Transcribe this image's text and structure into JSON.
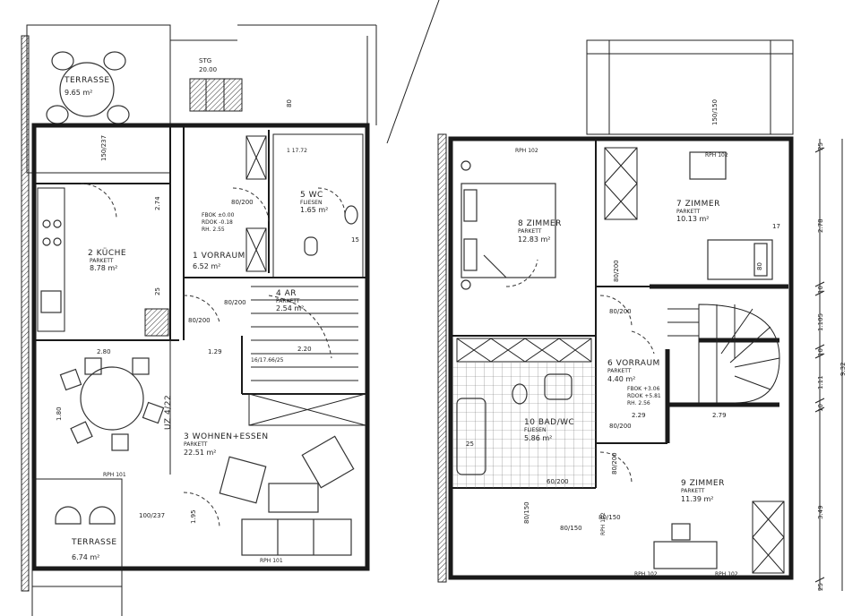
{
  "rooms": [
    {
      "id": "terrasse-top",
      "name": "TERRASSE",
      "area": "9.65 m²",
      "floor": ""
    },
    {
      "id": "kueche",
      "name": "2 KÜCHE",
      "area": "8.78 m²",
      "floor": "PARKETT"
    },
    {
      "id": "vorraum1",
      "name": "1 VORRAUM",
      "area": "6.52 m²",
      "floor": ""
    },
    {
      "id": "wc",
      "name": "5 WC",
      "area": "1.65 m²",
      "floor": "FLIESEN"
    },
    {
      "id": "ar",
      "name": "4 AR",
      "area": "2.54 m²",
      "floor": "PARKETT"
    },
    {
      "id": "wohnen",
      "name": "3 WOHNEN+ESSEN",
      "area": "22.51 m²",
      "floor": "PARKETT"
    },
    {
      "id": "terrasse-bottom",
      "name": "TERRASSE",
      "area": "6.74 m²",
      "floor": ""
    },
    {
      "id": "zimmer8",
      "name": "8 ZIMMER",
      "area": "12.83 m²",
      "floor": "PARKETT"
    },
    {
      "id": "zimmer7",
      "name": "7 ZIMMER",
      "area": "10.13 m²",
      "floor": "PARKETT"
    },
    {
      "id": "vorraum6",
      "name": "6 VORRAUM",
      "area": "4.40 m²",
      "floor": "PARKETT"
    },
    {
      "id": "bad",
      "name": "10 BAD/WC",
      "area": "5.86 m²",
      "floor": "FLIESEN"
    },
    {
      "id": "zimmer9",
      "name": "9 ZIMMER",
      "area": "11.39 m²",
      "floor": "PARKETT"
    }
  ],
  "labels": {
    "stg": "STG",
    "stg_num": "20.00",
    "fbok_left": "FBOK ±0.00",
    "rdok_left": "RDOK -0.18",
    "rh_left": "RH. 2.55",
    "fbok_right": "FBOK +3.06",
    "rdok_right": "RDOK +5.81",
    "rh_right": "RH. 2.56",
    "uz": "UZ 4/22",
    "rph": "RPH 102",
    "rph_top": "RPH 102",
    "rph_bath": "RPH 102",
    "rph_bottom1": "RPH 102",
    "rph_bottom2": "RPH 102",
    "rph_living": "RPH 101",
    "rph_dining": "RPH 101",
    "steps_left": "16/17.66/25",
    "steps_top": "1 17.72"
  },
  "dims": {
    "d150_237": "150/237",
    "d274": "2.74",
    "d25": "25",
    "d129": "1.29",
    "d280": "2.80",
    "d220": "2.20",
    "d180": "1.80",
    "d195": "1.95",
    "d100_237": "100/237",
    "d80_200a": "80/200",
    "d80_200b": "80/200",
    "d80_200c": "80/200",
    "d80_200d": "80/200",
    "d80_200e": "80/200",
    "d80_200f": "80/200",
    "d80_200g": "80/200",
    "d60_200": "60/200",
    "d80_150a": "80/150",
    "d80_150b": "80/150",
    "d80_150c": "80/150",
    "d150_150": "150/150",
    "d229": "2.29",
    "d279": "2.79",
    "d25b": "25",
    "d17": "17",
    "d15": "15",
    "d80v": "80",
    "d80v2": "80",
    "r_25": "25",
    "r_278": "2.78",
    "r_10a": "10",
    "r_1105": "1.105",
    "r_10b": "10",
    "r_111": "1.11",
    "r_10c": "10",
    "r_932": "9.32",
    "r_349": "3.49",
    "r_25b": "25"
  }
}
